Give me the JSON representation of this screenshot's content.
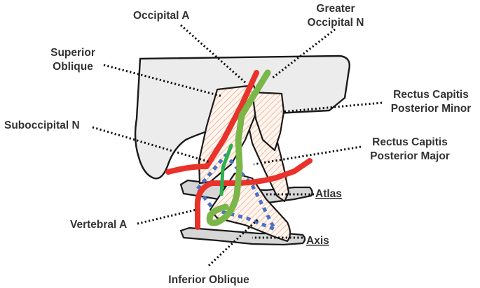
{
  "labels": {
    "occipital_a": "Occipital A",
    "greater_occipital_n_1": "Greater",
    "greater_occipital_n_2": "Occipital N",
    "superior_oblique_1": "Superior",
    "superior_oblique_2": "Oblique",
    "rcp_minor_1": "Rectus Capitis",
    "rcp_minor_2": "Posterior Minor",
    "suboccipital_n": "Suboccipital N",
    "rcp_major_1": "Rectus Capitis",
    "rcp_major_2": "Posterior Major",
    "atlas": "Atlas",
    "vertebral_a": "Vertebral A",
    "axis": "Axis",
    "inferior_oblique": "Inferior Oblique"
  },
  "colors": {
    "artery": "#e8322a",
    "greater_occipital_nerve": "#7ab648",
    "suboccipital_nerve": "#2bb24c",
    "triangle_border": "#4a72c4",
    "muscle_hatch": "#f0a080",
    "bone_fill": "#ececec",
    "vertebra_fill": "#d6d6d6"
  }
}
